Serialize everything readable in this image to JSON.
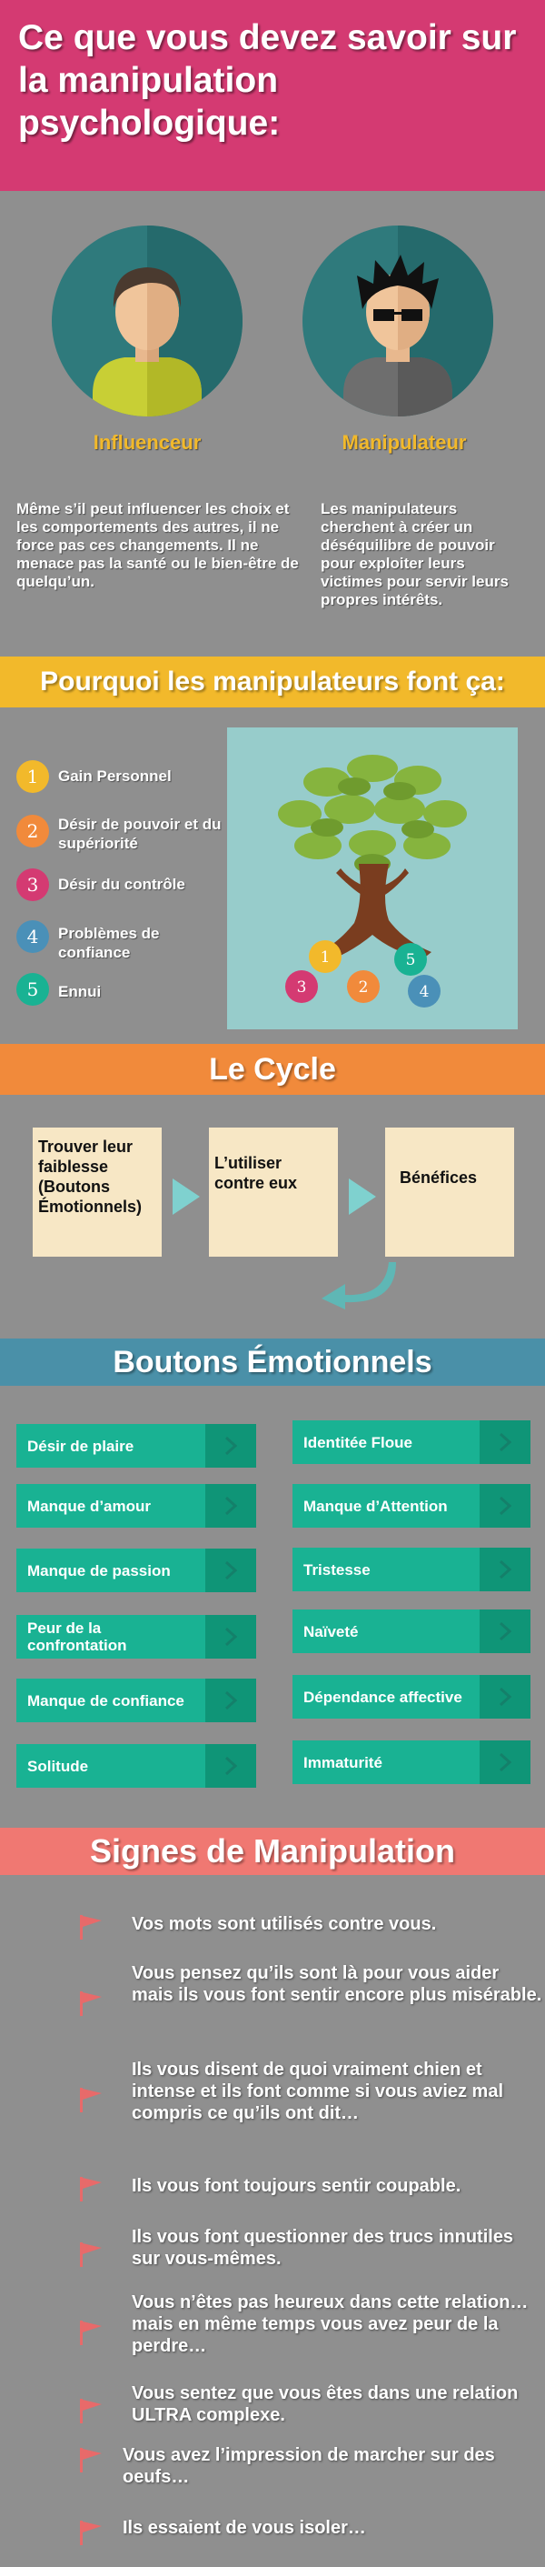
{
  "header": {
    "title": "Ce que vous devez savoir sur la manipulation psychologique:"
  },
  "comparison": {
    "influencer": {
      "label": "Influenceur",
      "description": "Même s’il peut influencer les choix et les comportements des autres, il ne force pas ces changements. Il ne menace pas la santé ou le bien-être de quelqu’un."
    },
    "manipulator": {
      "label": "Manipulateur",
      "description": "Les manipulateurs cherchent à créer un déséquilibre de pouvoir pour exploiter leurs victimes pour servir leurs propres intérêts."
    }
  },
  "reasons": {
    "title": "Pourquoi les manipulateurs font ça:",
    "items": [
      {
        "number": "1",
        "label": "Gain Personnel",
        "color": "#f2b92b"
      },
      {
        "number": "2",
        "label": "Désir de pouvoir et du supériorité",
        "color": "#f18a3b"
      },
      {
        "number": "3",
        "label": "Désir du contrôle",
        "color": "#d43a72"
      },
      {
        "number": "4",
        "label": "Problèmes de confiance",
        "color": "#4a90b8"
      },
      {
        "number": "5",
        "label": "Ennui",
        "color": "#19b293"
      }
    ]
  },
  "cycle": {
    "title": "Le Cycle",
    "steps": [
      "Trouver leur faiblesse (Boutons Émotionnels)",
      "L’utiliser contre eux",
      "Bénéfices"
    ]
  },
  "emotional_buttons": {
    "title": "Boutons Émotionnels",
    "left": [
      "Désir de plaire",
      "Manque d’amour",
      "Manque de passion",
      "Peur de la confrontation",
      "Manque de confiance",
      "Solitude"
    ],
    "right": [
      "Identitée Floue",
      "Manque d’Attention",
      "Tristesse",
      "Naïveté",
      "Dépendance affective",
      "Immaturité"
    ]
  },
  "signs": {
    "title": "Signes de Manipulation",
    "items": [
      "Vos mots sont utilisés contre vous.",
      "Vous pensez qu’ils sont là pour vous aider mais ils vous font sentir encore plus misérable.",
      "Ils vous disent de quoi vraiment chien et intense et ils font comme si vous aviez mal compris ce qu’ils ont dit…",
      "Ils vous font toujours sentir coupable.",
      "Ils vous font questionner des trucs innutiles sur vous-mêmes.",
      "Vous n’êtes pas heureux dans cette relation… mais en même temps vous avez peur de la perdre…",
      "Vous sentez que vous êtes dans une relation ULTRA complexe.",
      "Vous avez l’impression de marcher sur des oeufs…",
      "Ils essaient de vous isoler…"
    ]
  },
  "colors": {
    "pink": "#d43a72",
    "yellow": "#f2b92b",
    "orange": "#f18a3b",
    "teal": "#19b293",
    "blue_banner": "#4a90a8",
    "salmon_banner": "#f07872",
    "background": "#8f8f8f"
  }
}
